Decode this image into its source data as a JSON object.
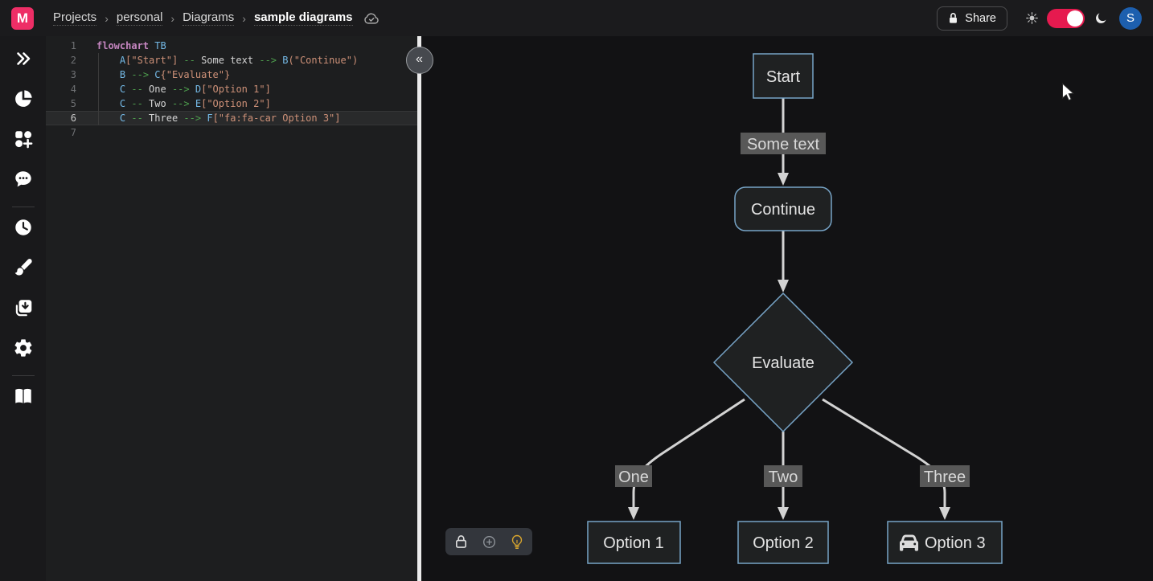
{
  "topbar": {
    "logo_letter": "M",
    "breadcrumbs": [
      {
        "label": "Projects"
      },
      {
        "label": "personal"
      },
      {
        "label": "Diagrams"
      },
      {
        "label": "sample diagrams"
      }
    ],
    "separator": "›",
    "share_label": "Share",
    "avatar_initial": "S"
  },
  "panel": {
    "collapse_glyph": "«"
  },
  "editor": {
    "lines": [
      {
        "num": "1",
        "active": false,
        "tokens": [
          [
            "keyword",
            "flowchart"
          ],
          [
            "plain",
            " "
          ],
          [
            "ident",
            "TB"
          ]
        ]
      },
      {
        "num": "2",
        "active": false,
        "tokens": [
          [
            "plain",
            "    "
          ],
          [
            "ident",
            "A"
          ],
          [
            "string",
            "[\"Start\"]"
          ],
          [
            "plain",
            " "
          ],
          [
            "arrow",
            "--"
          ],
          [
            "plain",
            " Some text "
          ],
          [
            "arrow",
            "-->"
          ],
          [
            "plain",
            " "
          ],
          [
            "ident",
            "B"
          ],
          [
            "string",
            "(\"Continue\")"
          ]
        ]
      },
      {
        "num": "3",
        "active": false,
        "tokens": [
          [
            "plain",
            "    "
          ],
          [
            "ident",
            "B"
          ],
          [
            "plain",
            " "
          ],
          [
            "arrow",
            "-->"
          ],
          [
            "plain",
            " "
          ],
          [
            "ident",
            "C"
          ],
          [
            "string",
            "{\"Evaluate\"}"
          ]
        ]
      },
      {
        "num": "4",
        "active": false,
        "tokens": [
          [
            "plain",
            "    "
          ],
          [
            "ident",
            "C"
          ],
          [
            "plain",
            " "
          ],
          [
            "arrow",
            "--"
          ],
          [
            "plain",
            " One "
          ],
          [
            "arrow",
            "-->"
          ],
          [
            "plain",
            " "
          ],
          [
            "ident",
            "D"
          ],
          [
            "string",
            "[\"Option 1\"]"
          ]
        ]
      },
      {
        "num": "5",
        "active": false,
        "tokens": [
          [
            "plain",
            "    "
          ],
          [
            "ident",
            "C"
          ],
          [
            "plain",
            " "
          ],
          [
            "arrow",
            "--"
          ],
          [
            "plain",
            " Two "
          ],
          [
            "arrow",
            "-->"
          ],
          [
            "plain",
            " "
          ],
          [
            "ident",
            "E"
          ],
          [
            "string",
            "[\"Option 2\"]"
          ]
        ]
      },
      {
        "num": "6",
        "active": true,
        "tokens": [
          [
            "plain",
            "    "
          ],
          [
            "ident",
            "C"
          ],
          [
            "plain",
            " "
          ],
          [
            "arrow",
            "--"
          ],
          [
            "plain",
            " Three "
          ],
          [
            "arrow",
            "-->"
          ],
          [
            "plain",
            " "
          ],
          [
            "ident",
            "F"
          ],
          [
            "string",
            "[\"fa:fa-car Option 3\"]"
          ]
        ]
      },
      {
        "num": "7",
        "active": false,
        "tokens": []
      }
    ]
  },
  "diagram": {
    "nodes": {
      "start": "Start",
      "continue": "Continue",
      "evaluate": "Evaluate",
      "option1": "Option 1",
      "option2": "Option 2",
      "option3": "Option 3"
    },
    "edge_labels": {
      "some_text": "Some text",
      "one": "One",
      "two": "Two",
      "three": "Three"
    },
    "colors": {
      "node_fill": "#1f2122",
      "node_border": "#77a4c7",
      "edge": "#d3d3d3",
      "edge_label_bg": "#585858",
      "text": "#e4e4e4"
    }
  },
  "colors": {
    "brand_pink": "#ee2e66",
    "toggle_on": "#e61a4f",
    "avatar_blue": "#1d5fae",
    "bulb_yellow": "#d9a62e"
  }
}
